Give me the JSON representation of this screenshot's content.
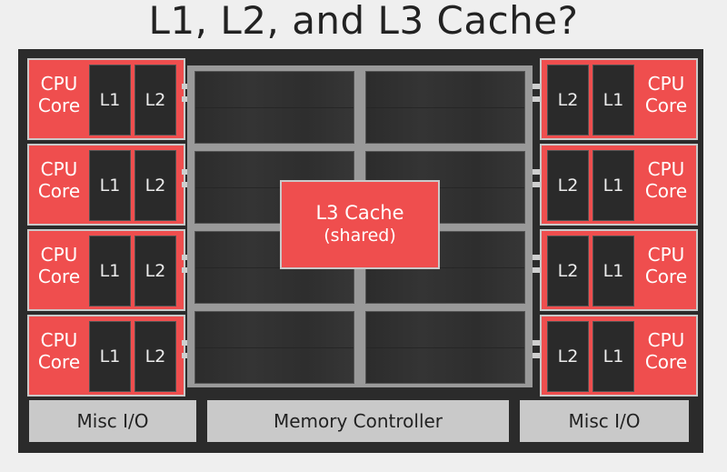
{
  "title": "L1, L2, and L3 Cache?",
  "core_label": "CPU\nCore",
  "l1_label": "L1",
  "l2_label": "L2",
  "l3": {
    "line1": "L3 Cache",
    "line2": "(shared)"
  },
  "bottom": {
    "misc_left": "Misc I/O",
    "memory": "Memory Controller",
    "misc_right": "Misc I/O"
  },
  "colors": {
    "core": "#ef4e4e",
    "chip": "#2b2b2b",
    "cache": "#2a2a2a",
    "bottom": "#c9c9c9"
  }
}
